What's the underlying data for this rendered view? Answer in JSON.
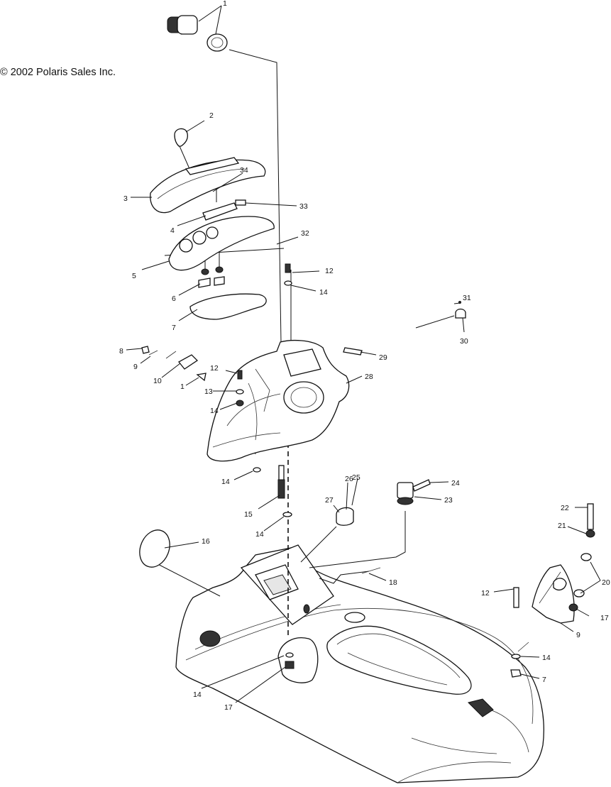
{
  "copyright": "© 2002 Polaris Sales Inc.",
  "callouts": [
    "1",
    "2",
    "3",
    "34",
    "33",
    "4",
    "32",
    "5",
    "12",
    "14",
    "6",
    "7",
    "31",
    "30",
    "8",
    "9",
    "29",
    "10",
    "1",
    "12",
    "28",
    "13",
    "14",
    "14",
    "24",
    "26",
    "25",
    "23",
    "15",
    "27",
    "14",
    "22",
    "16",
    "21",
    "18",
    "20",
    "12",
    "17",
    "9",
    "14",
    "17",
    "14",
    "7"
  ]
}
